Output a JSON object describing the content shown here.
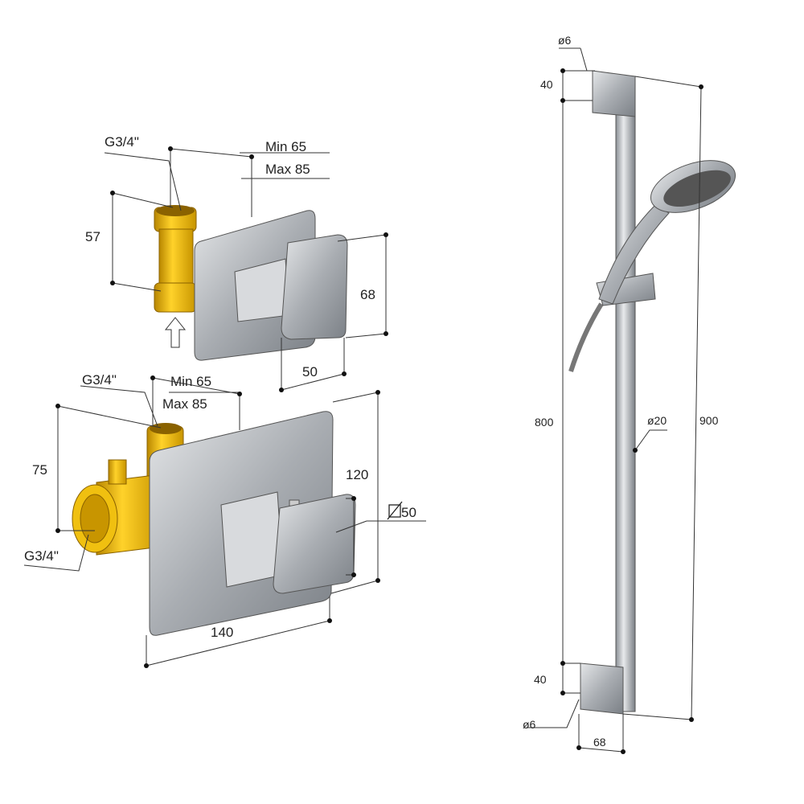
{
  "colors": {
    "brass": "#e8b400",
    "brass_dark": "#a87800",
    "chrome": "#a9adb2",
    "chrome_dark": "#6d7278",
    "background": "#ffffff"
  },
  "valve_small": {
    "thread": "G3/4\"",
    "depth_min": "Min 65",
    "depth_max": "Max 85",
    "height": "57",
    "knob_height": "68",
    "knob_depth": "50",
    "arrow_icon": "arrow-up-icon"
  },
  "valve_large": {
    "thread_top": "G3/4\"",
    "depth_min": "Min 65",
    "depth_max": "Max 85",
    "height": "75",
    "plate_height": "120",
    "knob_size": "50",
    "knob_size_symbol": "square-icon",
    "thread_side": "G3/4\"",
    "plate_width": "140"
  },
  "shower_rail": {
    "top_hole": "ø6",
    "top_bracket": "40",
    "length_inner": "800",
    "rail_diameter": "ø20",
    "length_total": "900",
    "bottom_bracket": "40",
    "bottom_hole": "ø6",
    "bracket_width": "68"
  }
}
